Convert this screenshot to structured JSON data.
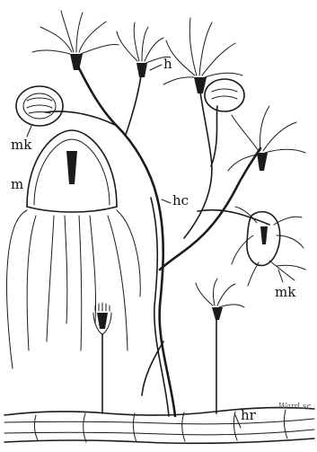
{
  "labels": {
    "h": "h",
    "hc": "hc",
    "m": "m",
    "mk_left": "mk",
    "mk_right": "mk",
    "hr": "hr"
  },
  "signature": "Ward.sc",
  "colors": {
    "ink": "#1b1b1b",
    "background": "#ffffff"
  }
}
